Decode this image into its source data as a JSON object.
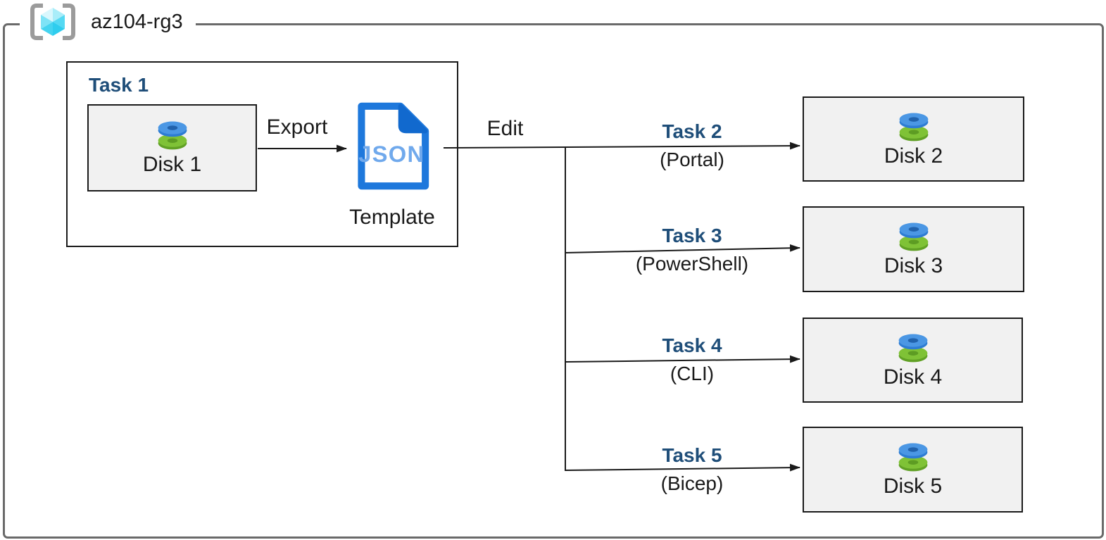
{
  "resource_group": {
    "name": "az104-rg3"
  },
  "task1": {
    "title": "Task 1",
    "disk_label": "Disk 1"
  },
  "labels": {
    "export": "Export",
    "edit": "Edit",
    "template": "Template",
    "file_type": "JSON"
  },
  "branches": [
    {
      "task": "Task 2",
      "method": "(Portal)",
      "disk": "Disk 2"
    },
    {
      "task": "Task 3",
      "method": "(PowerShell)",
      "disk": "Disk 3"
    },
    {
      "task": "Task 4",
      "method": "(CLI)",
      "disk": "Disk 4"
    },
    {
      "task": "Task 5",
      "method": "(Bicep)",
      "disk": "Disk 5"
    }
  ],
  "icons": {
    "resource_group": "azure-resource-group-icon",
    "disk": "azure-managed-disk-icon",
    "json_file": "json-template-file-icon"
  },
  "colors": {
    "task_heading": "#1F4E79",
    "outer_border": "#6A6A6A",
    "box_border": "#1A1A1A",
    "disk_box_fill": "#F1F1F1",
    "json_outline": "#1E78DC",
    "json_fold": "#1169CE",
    "json_text": "#70A9EC",
    "disk_blue_top": "#4B97E4",
    "disk_blue_side": "#2D7CD3",
    "disk_green_top": "#7FC236",
    "disk_green_side": "#61A125",
    "cube_cyan": "#4ED6F1",
    "bracket_gray": "#9B9B9B",
    "connector": "#1A1A1A"
  }
}
